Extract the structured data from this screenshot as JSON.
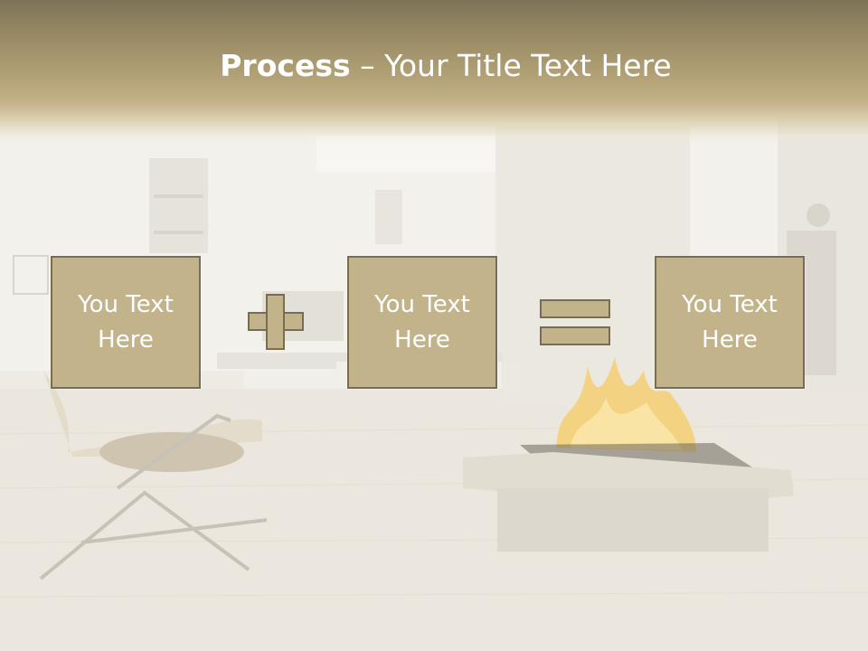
{
  "slide": {
    "title_bold": "Process",
    "title_rest": " – Your Title Text Here"
  },
  "process": {
    "steps": [
      {
        "text": "You Text Here"
      },
      {
        "text": "You Text Here"
      },
      {
        "text": "You Text Here"
      }
    ],
    "operators": [
      "plus-icon",
      "equals-icon"
    ]
  },
  "colors": {
    "title_band": "#b09f74",
    "box_fill": "#c2b38a",
    "box_border": "#786c52",
    "text": "#ffffff"
  }
}
